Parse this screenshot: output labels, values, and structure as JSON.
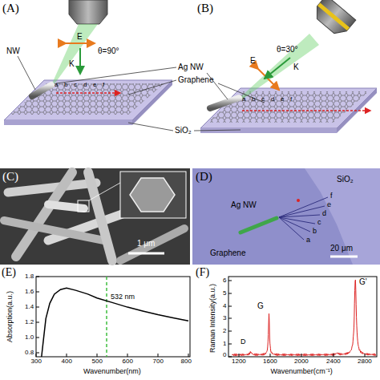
{
  "diagram": {
    "labels": [
      "(A)",
      "NW",
      "E",
      "θ=90°",
      "K",
      "a",
      "b",
      "c",
      "d",
      "e",
      "f",
      "Ag NW",
      "Graphene",
      "SiO₂",
      "(B)",
      "E",
      "θ=30°",
      "K",
      "a",
      "b",
      "c",
      "d",
      "e",
      "f",
      "(C)",
      "1 μm",
      "(D)",
      "Ag NW",
      "SiO₂",
      "f",
      "e",
      "d",
      "c",
      "b",
      "a",
      "Graphene",
      "20 μm",
      "(E)",
      "Absorption(a.u.)",
      "1.8",
      "1.6",
      "1.4",
      "1.2",
      "1.0",
      "0.8",
      "532 nm",
      "300",
      "400",
      "500",
      "600",
      "700",
      "800",
      "Wavenumber(nm)",
      "(F)",
      "Raman Intensity(a.u.)",
      "6",
      "5",
      "4",
      "3",
      "2",
      "1",
      "0",
      "G'",
      "G",
      "D",
      "1200",
      "1600",
      "2000",
      "2400",
      "2800",
      "Wavenumber(cm⁻¹)"
    ]
  }
}
